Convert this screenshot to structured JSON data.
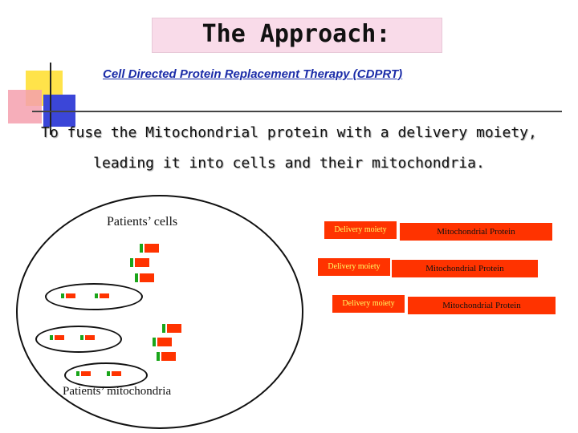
{
  "slide": {
    "title": "The Approach:",
    "subtitle": "Cell Directed Protein Replacement Therapy (CDPRT)",
    "line1": "To fuse the Mitochondrial protein with a delivery moiety,",
    "line2": "leading it into cells and their mitochondria."
  },
  "diagram": {
    "cells_label": "Patients’ cells",
    "mitochondria_label": "Patients’ mitochondria",
    "fusion_proteins": [
      {
        "delivery": "Delivery moiety",
        "protein": "Mitochondrial Protein"
      },
      {
        "delivery": "Delivery moiety",
        "protein": "Mitochondrial Protein"
      },
      {
        "delivery": "Delivery moiety",
        "protein": "Mitochondrial Protein"
      }
    ]
  },
  "colors": {
    "title_bg": "#f9dbe9",
    "subtitle": "#1b2ca8",
    "mitochondrial_protein": "#ff3300",
    "delivery_moiety_text": "#ffff66",
    "glyph_green": "#1aa51a"
  }
}
